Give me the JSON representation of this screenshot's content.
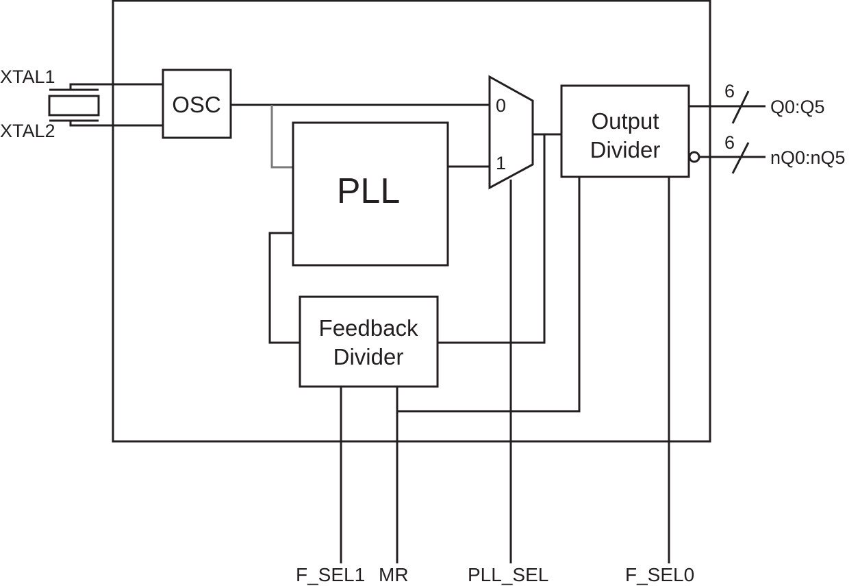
{
  "diagram": {
    "type": "block-diagram",
    "colors": {
      "line": "#231f20",
      "osc_to_pll_wire": "#7a7a7a",
      "background": "#ffffff"
    },
    "inputs_left": {
      "xtal1": "XTAL1",
      "xtal2": "XTAL2"
    },
    "blocks": {
      "osc": "OSC",
      "pll": "PLL",
      "mux": {
        "input0": "0",
        "input1": "1"
      },
      "output_divider": {
        "line1": "Output",
        "line2": "Divider"
      },
      "feedback_divider": {
        "line1": "Feedback",
        "line2": "Divider"
      }
    },
    "outputs_right": [
      {
        "label": "Q0:Q5",
        "bus_width": "6",
        "inverted": false
      },
      {
        "label": "nQ0:nQ5",
        "bus_width": "6",
        "inverted": true
      }
    ],
    "control_pins_bottom": [
      "F_SEL1",
      "MR",
      "PLL_SEL",
      "F_SEL0"
    ]
  }
}
